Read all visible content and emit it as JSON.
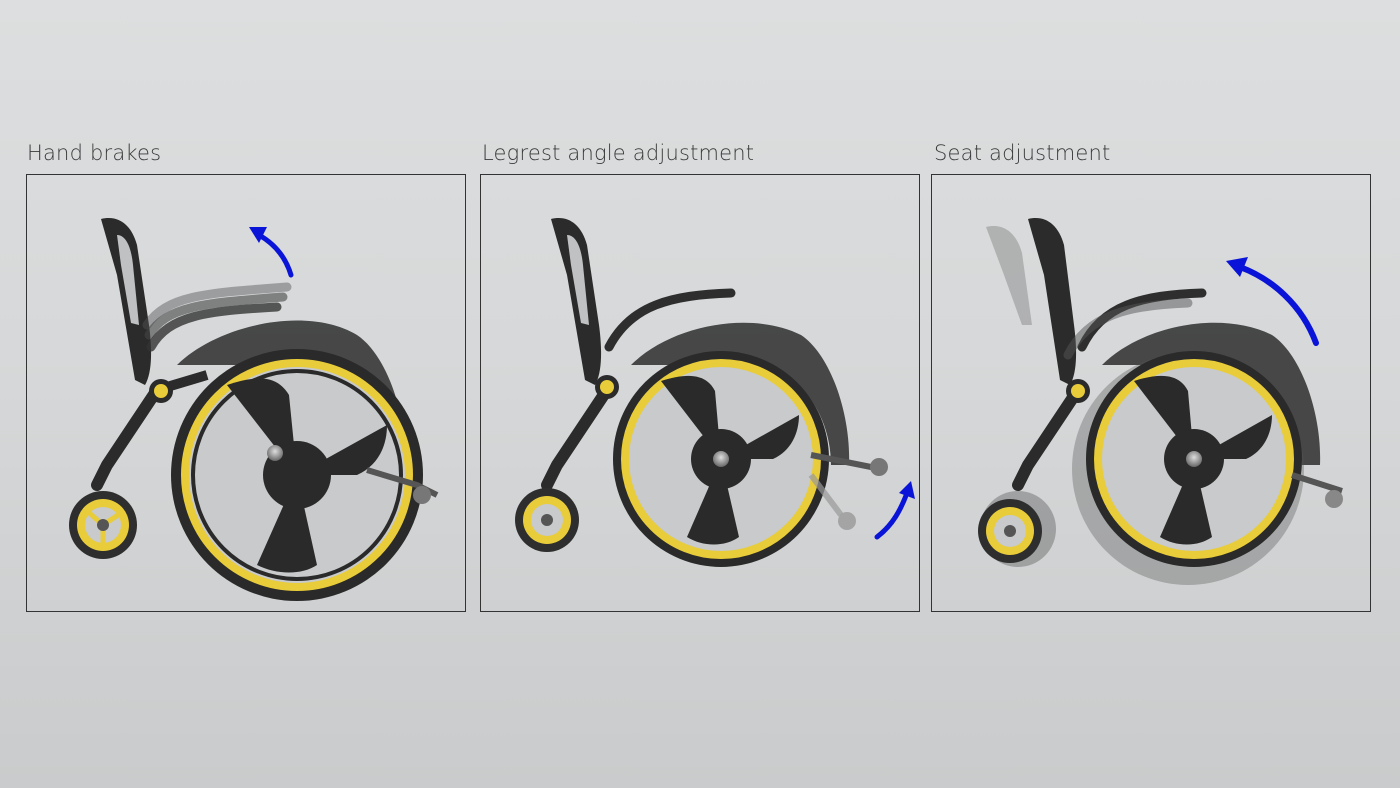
{
  "panels": [
    {
      "title": "Hand brakes"
    },
    {
      "title": "Legrest angle adjustment"
    },
    {
      "title": "Seat  adjustment"
    }
  ],
  "colors": {
    "frame": "#2b2b2b",
    "rim": "#e8cc3a",
    "arrow": "#0a14d8",
    "border": "#333333"
  }
}
